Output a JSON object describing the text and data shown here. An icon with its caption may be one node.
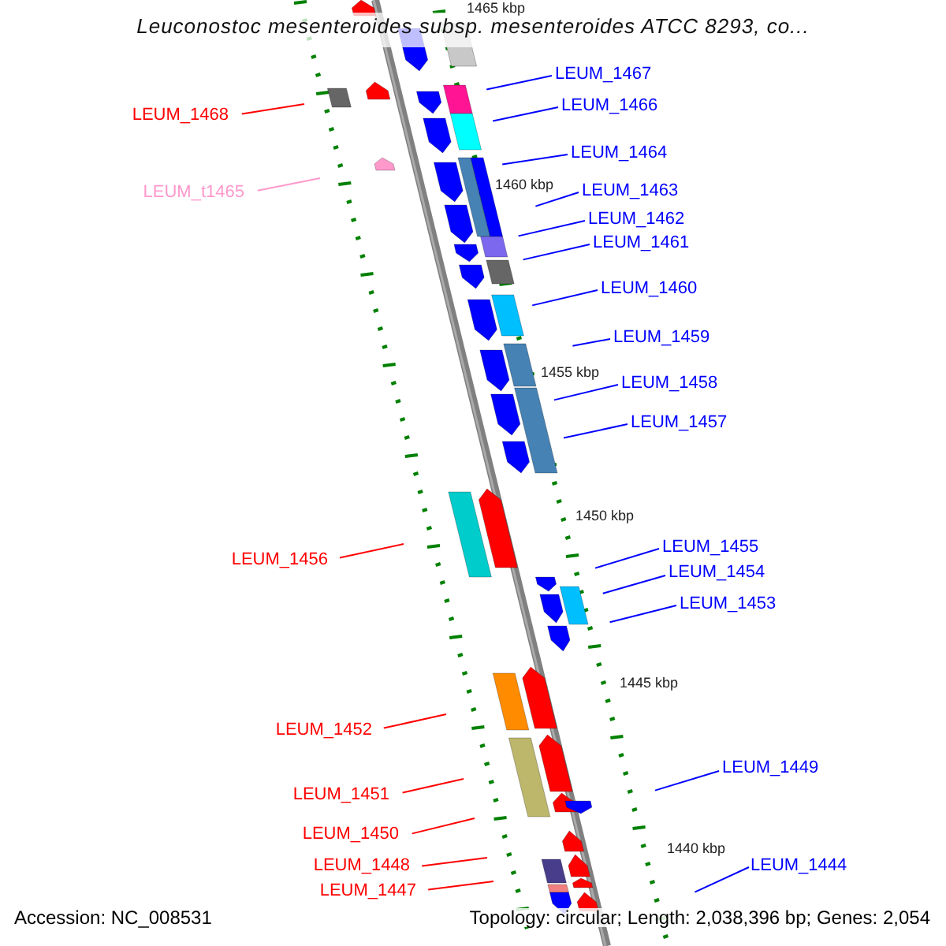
{
  "diagram": {
    "title": "Leuconostoc mesenteroides subsp. mesenteroides ATCC 8293, co...",
    "nodes": [
      {
        "text": [
          "LEUM_1467"
        ]
      },
      {
        "text": [
          "LEUM_1466"
        ]
      },
      {
        "text": [
          "LEUM_1468"
        ]
      },
      {
        "text": [
          "LEUM_1464"
        ]
      },
      {
        "text": [
          "LEUM_t1465"
        ]
      },
      {
        "text": [
          "LEUM_1463"
        ]
      },
      {
        "text": [
          "LEUM_1462"
        ]
      },
      {
        "text": [
          "LEUM_1461"
        ]
      },
      {
        "text": [
          "LEUM_1460"
        ]
      },
      {
        "text": [
          "LEUM_1459"
        ]
      },
      {
        "text": [
          "LEUM_1458"
        ]
      },
      {
        "text": [
          "LEUM_1457"
        ]
      },
      {
        "text": [
          "LEUM_1455"
        ]
      },
      {
        "text": [
          "LEUM_1456"
        ]
      },
      {
        "text": [
          "LEUM_1454"
        ]
      },
      {
        "text": [
          "LEUM_1453"
        ]
      },
      {
        "text": [
          "LEUM_1452"
        ]
      },
      {
        "text": [
          "LEUM_1449"
        ]
      },
      {
        "text": [
          "LEUM_1451"
        ]
      },
      {
        "text": [
          "LEUM_1450"
        ]
      },
      {
        "text": [
          "LEUM_1448"
        ]
      },
      {
        "text": [
          "LEUM_1444"
        ]
      },
      {
        "text": [
          "LEUM_1447"
        ]
      }
    ],
    "edges": [
      {
        "from": 0,
        "to": null,
        "arrow": "none"
      },
      {
        "from": 1,
        "to": null,
        "arrow": "none"
      },
      {
        "from": 2,
        "to": null,
        "arrow": "none",
        "color": "#ff0000"
      },
      {
        "from": 3,
        "to": null,
        "arrow": "none"
      },
      {
        "from": 4,
        "to": null,
        "arrow": "none",
        "color": "#ff99cc"
      },
      {
        "from": 5,
        "to": null,
        "arrow": "none"
      },
      {
        "from": 6,
        "to": null,
        "arrow": "none"
      },
      {
        "from": 7,
        "to": null,
        "arrow": "none"
      },
      {
        "from": 8,
        "to": null,
        "arrow": "none"
      },
      {
        "from": 9,
        "to": null,
        "arrow": "none"
      },
      {
        "from": 10,
        "to": null,
        "arrow": "none"
      },
      {
        "from": 11,
        "to": null,
        "arrow": "none"
      },
      {
        "from": 12,
        "to": null,
        "arrow": "none"
      },
      {
        "from": 13,
        "to": null,
        "arrow": "none",
        "color": "#ff0000"
      },
      {
        "from": 14,
        "to": null,
        "arrow": "none"
      },
      {
        "from": 15,
        "to": null,
        "arrow": "none"
      },
      {
        "from": 16,
        "to": null,
        "arrow": "none",
        "color": "#ff0000"
      },
      {
        "from": 17,
        "to": null,
        "arrow": "none"
      },
      {
        "from": 18,
        "to": null,
        "arrow": "none",
        "color": "#ff0000"
      },
      {
        "from": 19,
        "to": null,
        "arrow": "none",
        "color": "#ff0000"
      },
      {
        "from": 20,
        "to": null,
        "arrow": "none",
        "color": "#ff0000"
      },
      {
        "from": 21,
        "to": null,
        "arrow": "none"
      },
      {
        "from": 22,
        "to": null,
        "arrow": "none",
        "color": "#ff0000"
      }
    ],
    "labels": [
      "1465 kbp",
      "1460 kbp",
      "1455 kbp",
      "1450 kbp",
      "1445 kbp",
      "1440 kbp",
      "Accession: NC_008531",
      "Topology: circular; Length: 2,038,396 bp; Genes: 2,054"
    ]
  }
}
